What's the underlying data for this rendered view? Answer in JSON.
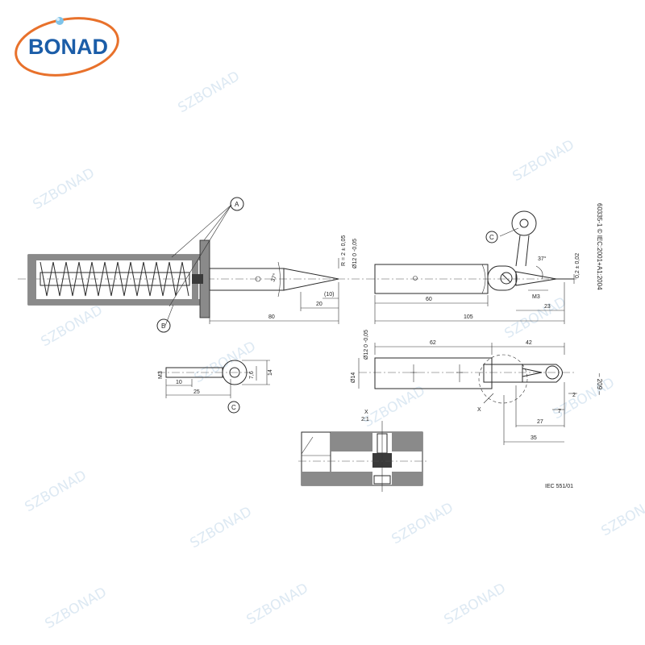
{
  "logo": {
    "text": "BONAD"
  },
  "watermark": {
    "text": "SZBONAD"
  },
  "callouts": {
    "a": "A",
    "b": "B",
    "c": "C"
  },
  "dims": {
    "radius": "R = 2 ± 0,05",
    "dia_tip": "Ø12 0 -0,05",
    "angle_37": "37°",
    "d10": "(10)",
    "d20": "20",
    "d80": "80",
    "d60": "60",
    "d105": "105",
    "d23": "23",
    "m3": "M3",
    "d02": "0,2 ± 0,02",
    "d62": "62",
    "d42": "42",
    "d14": "Ø14",
    "d12b": "Ø12 0 -0,05",
    "d2": "2",
    "d7": "7",
    "d27": "27",
    "d35": "35",
    "x": "X",
    "scale": "2:1",
    "c_m3": "M3",
    "c10": "10",
    "c25": "25",
    "c76": "7,6",
    "c14": "14"
  },
  "side_text": {
    "standard": "60335-1 © IEC:2001+A1:2004",
    "page": "– 209 –"
  },
  "figure_ref": "IEC 551/01"
}
